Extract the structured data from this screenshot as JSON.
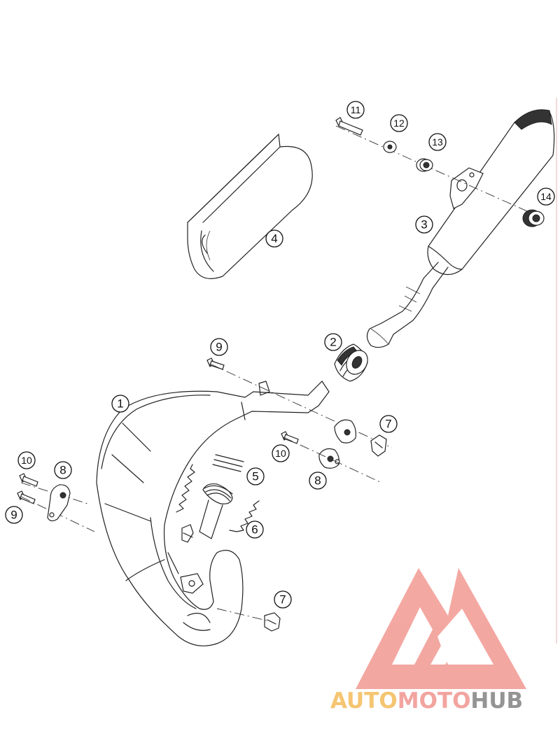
{
  "callouts": {
    "c1": "1",
    "c2": "2",
    "c3": "3",
    "c4": "4",
    "c5": "5",
    "c6a": "6",
    "c7a": "7",
    "c7b": "7",
    "c8a": "8",
    "c8b": "8",
    "c9a": "9",
    "c9b": "9",
    "c10a": "10",
    "c10b": "10",
    "c11": "11",
    "c12": "12",
    "c13": "13",
    "c14": "14"
  },
  "logo": {
    "part1": "AUTO",
    "part2": "MOTO",
    "part3": "HUB",
    "colors": {
      "auto": "#f5c26b",
      "moto": "#f2a09a",
      "hub": "#8f8f8f",
      "mark": "#f3a39d"
    }
  }
}
